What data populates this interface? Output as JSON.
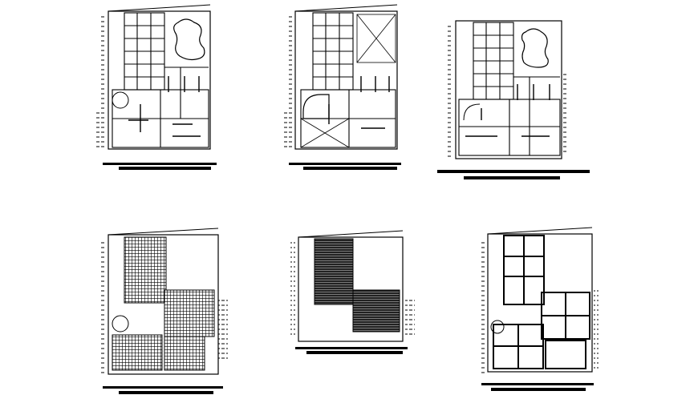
{
  "sheet": {
    "background": "#ffffff",
    "ink": "#000000",
    "plans": [
      {
        "id": "plan-1",
        "kind": "layout-with-pool",
        "row": 1,
        "col": 1
      },
      {
        "id": "plan-2",
        "kind": "layout-with-open-courtyard",
        "row": 1,
        "col": 2
      },
      {
        "id": "plan-3",
        "kind": "layout-with-pool",
        "row": 1,
        "col": 3
      },
      {
        "id": "plan-4",
        "kind": "dense-hatched-slab",
        "row": 2,
        "col": 1
      },
      {
        "id": "plan-5",
        "kind": "solid-hatched-slab",
        "row": 2,
        "col": 2
      },
      {
        "id": "plan-6",
        "kind": "beam-grid-framing",
        "row": 2,
        "col": 3
      }
    ]
  }
}
